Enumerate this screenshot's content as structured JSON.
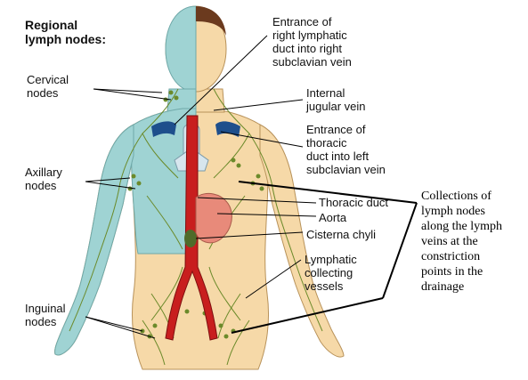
{
  "labels": {
    "regional_title": "Regional\nlymph nodes:",
    "cervical": "Cervical\nnodes",
    "axillary": "Axillary\nnodes",
    "inguinal": "Inguinal\nnodes",
    "right_duct_entrance": "Entrance of\nright lymphatic\nduct into right\nsubclavian vein",
    "internal_jugular": "Internal\njugular vein",
    "thoracic_duct_entrance": "Entrance of\nthoracic\nduct into left\nsubclavian vein",
    "thoracic_duct": "Thoracic duct",
    "aorta": "Aorta",
    "cisterna_chyli": "Cisterna chyli",
    "lymphatic_vessels": "Lymphatic\ncollecting\nvessels"
  },
  "annotation": {
    "text": "Collections of\nlymph nodes\nalong the lymph\nveins at the\nconstriction\npoints in the\ndrainage"
  },
  "colors": {
    "lymphatic_side": "#9fd3d3",
    "skin": "#f6d9a8",
    "hair": "#6b3a1e",
    "aorta": "#c81e1e",
    "heart": "#e88a7a",
    "vein": "#1e4f8c",
    "lymph_vessel": "#6b8a2a",
    "trachea": "#d7e6ee",
    "leader_line": "#000000"
  }
}
